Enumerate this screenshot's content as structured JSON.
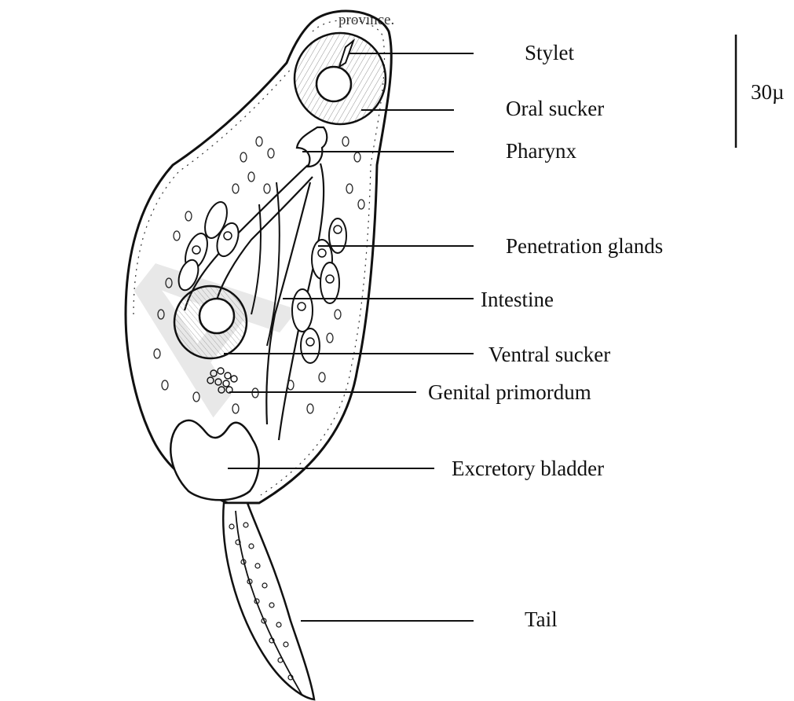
{
  "caption": {
    "line1": "",
    "line2": "province."
  },
  "labels": {
    "stylet": "Stylet",
    "oral_sucker": "Oral sucker",
    "pharynx": "Pharynx",
    "penetration_glands": "Penetration glands",
    "intestine": "Intestine",
    "ventral_sucker": "Ventral sucker",
    "genital_primordum": "Genital primordum",
    "excretory_bladder": "Excretory bladder",
    "tail": "Tail"
  },
  "scale_bar": {
    "label": "30µ"
  }
}
